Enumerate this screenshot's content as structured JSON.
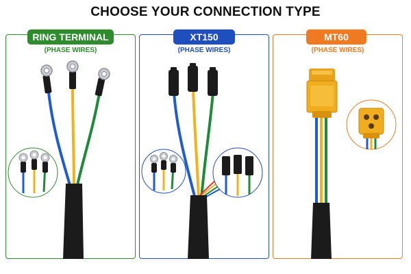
{
  "title": "CHOOSE YOUR CONNECTION TYPE",
  "colors": {
    "ring": "#2e8b2e",
    "xt150": "#1f4fbf",
    "mt60": "#f07a22",
    "wire_blue": "#1f5bd1",
    "wire_yellow": "#f2b21b",
    "wire_green": "#1f8a3a",
    "cable": "#1b1b1b"
  },
  "panels": [
    {
      "name": "RING TERMINAL",
      "subtitle": "(PHASE WIRES)"
    },
    {
      "name": "XT150",
      "subtitle": "(PHASE WIRES)"
    },
    {
      "name": "MT60",
      "subtitle": "(PHASE WIRES)"
    }
  ]
}
